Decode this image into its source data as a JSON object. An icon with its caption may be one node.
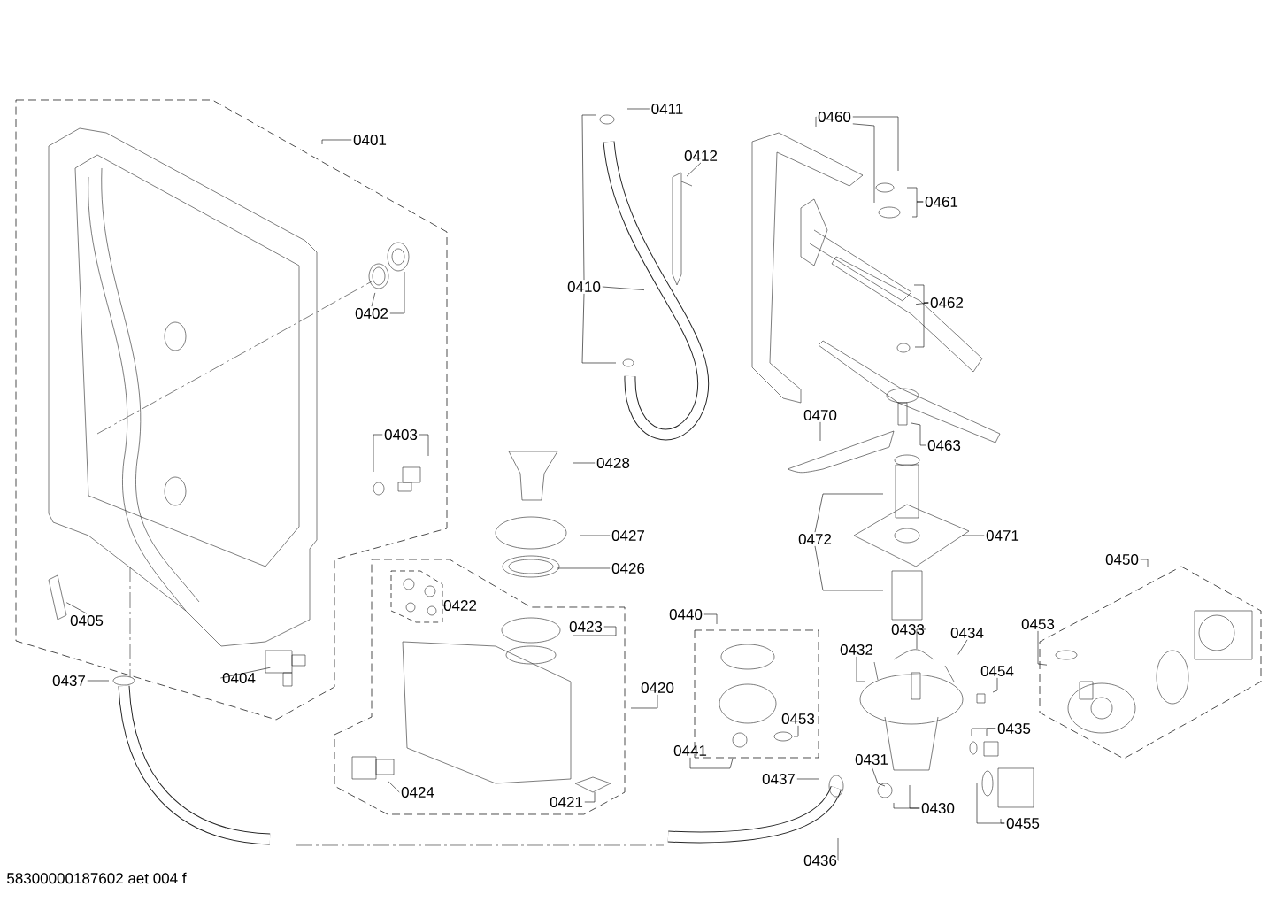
{
  "diagram": {
    "nodes": [
      {
        "text": [
          "0401"
        ]
      },
      {
        "text": [
          "0402"
        ]
      },
      {
        "text": [
          "0403"
        ]
      },
      {
        "text": [
          "0404"
        ]
      },
      {
        "text": [
          "0405"
        ]
      },
      {
        "text": [
          "0437"
        ]
      },
      {
        "text": [
          "0411"
        ]
      },
      {
        "text": [
          "0412"
        ]
      },
      {
        "text": [
          "0410"
        ]
      },
      {
        "text": [
          "0428"
        ]
      },
      {
        "text": [
          "0427"
        ]
      },
      {
        "text": [
          "0426"
        ]
      },
      {
        "text": [
          "0422"
        ]
      },
      {
        "text": [
          "0423"
        ]
      },
      {
        "text": [
          "0420"
        ]
      },
      {
        "text": [
          "0424"
        ]
      },
      {
        "text": [
          "0421"
        ]
      },
      {
        "text": [
          "0440"
        ]
      },
      {
        "text": [
          "0441"
        ]
      },
      {
        "text": [
          "0453"
        ]
      },
      {
        "text": [
          "0460"
        ]
      },
      {
        "text": [
          "0461"
        ]
      },
      {
        "text": [
          "0462"
        ]
      },
      {
        "text": [
          "0463"
        ]
      },
      {
        "text": [
          "0470"
        ]
      },
      {
        "text": [
          "0472"
        ]
      },
      {
        "text": [
          "0471"
        ]
      },
      {
        "text": [
          "0450"
        ]
      },
      {
        "text": [
          "0453"
        ]
      },
      {
        "text": [
          "0433"
        ]
      },
      {
        "text": [
          "0434"
        ]
      },
      {
        "text": [
          "0432"
        ]
      },
      {
        "text": [
          "0454"
        ]
      },
      {
        "text": [
          "0435"
        ]
      },
      {
        "text": [
          "0431"
        ]
      },
      {
        "text": [
          "0430"
        ]
      },
      {
        "text": [
          "0455"
        ]
      },
      {
        "text": [
          "0437"
        ]
      },
      {
        "text": [
          "0436"
        ]
      }
    ],
    "edges": [
      {
        "from": 0,
        "to": null,
        "arrow": "none"
      },
      {
        "from": 1,
        "to": null,
        "arrow": "none"
      },
      {
        "from": 1,
        "to": null,
        "arrow": "none"
      },
      {
        "from": 2,
        "to": null,
        "arrow": "none"
      },
      {
        "from": 2,
        "to": null,
        "arrow": "none"
      },
      {
        "from": 3,
        "to": null,
        "arrow": "none"
      },
      {
        "from": 4,
        "to": null,
        "arrow": "none"
      },
      {
        "from": 5,
        "to": null,
        "arrow": "none"
      },
      {
        "from": 6,
        "to": null,
        "arrow": "none"
      },
      {
        "from": 7,
        "to": null,
        "arrow": "none"
      },
      {
        "from": 8,
        "to": null,
        "arrow": "none"
      },
      {
        "from": 8,
        "to": null,
        "arrow": "none"
      },
      {
        "from": 8,
        "to": null,
        "arrow": "none"
      },
      {
        "from": 9,
        "to": null,
        "arrow": "none"
      },
      {
        "from": 10,
        "to": null,
        "arrow": "none"
      },
      {
        "from": 11,
        "to": null,
        "arrow": "none"
      },
      {
        "from": 12,
        "to": null,
        "arrow": "none"
      },
      {
        "from": 13,
        "to": null,
        "arrow": "none"
      },
      {
        "from": 14,
        "to": null,
        "arrow": "none"
      },
      {
        "from": 15,
        "to": null,
        "arrow": "none"
      },
      {
        "from": 16,
        "to": null,
        "arrow": "none"
      },
      {
        "from": 17,
        "to": null,
        "arrow": "none"
      },
      {
        "from": 18,
        "to": null,
        "arrow": "none"
      },
      {
        "from": 19,
        "to": null,
        "arrow": "none"
      },
      {
        "from": 20,
        "to": null,
        "arrow": "none"
      },
      {
        "from": 20,
        "to": null,
        "arrow": "none"
      },
      {
        "from": 20,
        "to": null,
        "arrow": "none"
      },
      {
        "from": 21,
        "to": null,
        "arrow": "none"
      },
      {
        "from": 21,
        "to": null,
        "arrow": "none"
      },
      {
        "from": 22,
        "to": null,
        "arrow": "none"
      },
      {
        "from": 22,
        "to": null,
        "arrow": "none"
      },
      {
        "from": 22,
        "to": null,
        "arrow": "none"
      },
      {
        "from": 23,
        "to": null,
        "arrow": "none"
      },
      {
        "from": 24,
        "to": null,
        "arrow": "none"
      },
      {
        "from": 25,
        "to": null,
        "arrow": "none"
      },
      {
        "from": 25,
        "to": null,
        "arrow": "none"
      },
      {
        "from": 26,
        "to": null,
        "arrow": "none"
      },
      {
        "from": 27,
        "to": null,
        "arrow": "none"
      },
      {
        "from": 28,
        "to": null,
        "arrow": "none"
      },
      {
        "from": 29,
        "to": null,
        "arrow": "none"
      },
      {
        "from": 30,
        "to": null,
        "arrow": "none"
      },
      {
        "from": 31,
        "to": null,
        "arrow": "none"
      },
      {
        "from": 32,
        "to": null,
        "arrow": "none"
      },
      {
        "from": 33,
        "to": null,
        "arrow": "none"
      },
      {
        "from": 33,
        "to": null,
        "arrow": "none"
      },
      {
        "from": 34,
        "to": null,
        "arrow": "none"
      },
      {
        "from": 35,
        "to": null,
        "arrow": "none"
      },
      {
        "from": 35,
        "to": null,
        "arrow": "none"
      },
      {
        "from": 36,
        "to": null,
        "arrow": "none"
      },
      {
        "from": 36,
        "to": null,
        "arrow": "none"
      },
      {
        "from": 37,
        "to": null,
        "arrow": "none"
      },
      {
        "from": 38,
        "to": null,
        "arrow": "none"
      }
    ],
    "labels": [
      "58300000187602 aet 004 f"
    ]
  }
}
